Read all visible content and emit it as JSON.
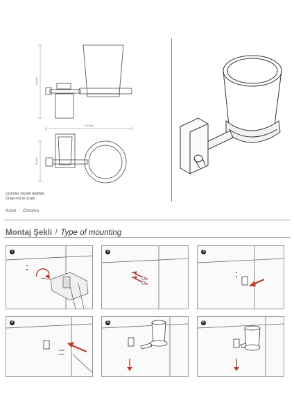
{
  "drawing": {
    "dim_height": "110 mm",
    "dim_width": "124 mm",
    "dim_depth": "80 mm"
  },
  "notes": {
    "not_to_scale_tr": "Çizimler ölçekli değildir",
    "not_to_scale_en": "Draw not to scale"
  },
  "finish": {
    "name_tr": "Krom",
    "separator": "-",
    "name_en": "Chromo"
  },
  "mounting": {
    "title_tr": "Montaj Şekli",
    "slash": "/",
    "title_en": "Type of mounting"
  },
  "steps": [
    {
      "number": "1"
    },
    {
      "number": "2"
    },
    {
      "number": "3"
    },
    {
      "number": "4"
    },
    {
      "number": "5"
    },
    {
      "number": "6"
    }
  ],
  "colors": {
    "arrow_red": "#c0392b",
    "line": "#444444",
    "panel_border": "#9a9a9a"
  }
}
